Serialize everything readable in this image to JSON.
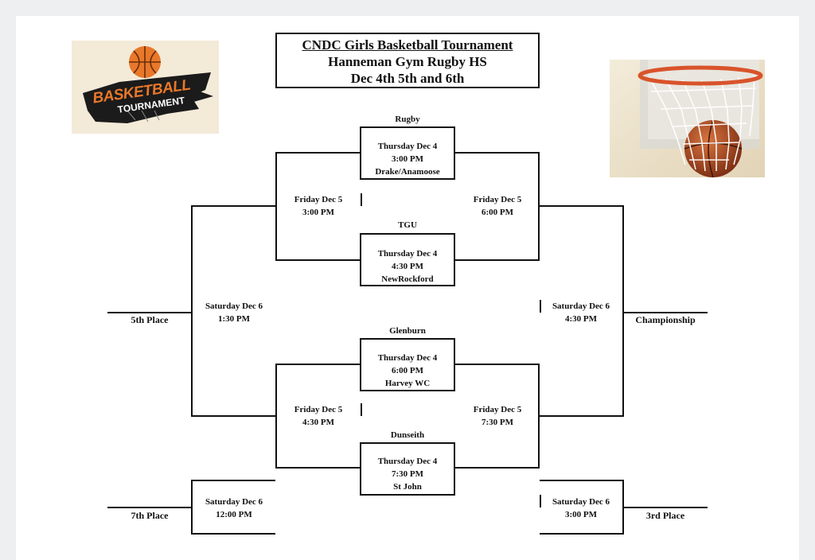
{
  "header": {
    "title": "CNDC Girls Basketball Tournament",
    "venue": "Hanneman Gym Rugby HS",
    "dates": "Dec 4th 5th and 6th"
  },
  "logo": {
    "line1": "BASKETBALL",
    "line2": "TOURNAMENT",
    "ball_color": "#e8782a",
    "brush_color": "#1b1b1b"
  },
  "photo": {
    "rim_color": "#d9532b",
    "backdrop_color": "#efe7d2"
  },
  "bracket": {
    "first_round": [
      {
        "host": "Rugby",
        "day": "Thursday  Dec 4",
        "time": "3:00 PM",
        "opponent": "Drake/Anamoose"
      },
      {
        "host": "TGU",
        "day": "Thursday  Dec 4",
        "time": "4:30 PM",
        "opponent": "NewRockford"
      },
      {
        "host": "Glenburn",
        "day": "Thursday  Dec 4",
        "time": "6:00 PM",
        "opponent": "Harvey WC"
      },
      {
        "host": "Dunseith",
        "day": "Thursday  Dec 4",
        "time": "7:30 PM",
        "opponent": "St John"
      }
    ],
    "friday": {
      "top_left": {
        "day": "Friday  Dec 5",
        "time": "3:00 PM"
      },
      "top_right": {
        "day": "Friday  Dec 5",
        "time": "6:00 PM"
      },
      "bottom_left": {
        "day": "Friday  Dec 5",
        "time": "4:30 PM"
      },
      "bottom_right": {
        "day": "Friday  Dec 5",
        "time": "7:30 PM"
      }
    },
    "saturday": {
      "fifth": {
        "day": "Saturday  Dec 6",
        "time": "1:30 PM"
      },
      "championship": {
        "day": "Saturday  Dec 6",
        "time": "4:30 PM"
      },
      "seventh": {
        "day": "Saturday  Dec 6",
        "time": "12:00 PM"
      },
      "third": {
        "day": "Saturday  Dec 6",
        "time": "3:00 PM"
      }
    },
    "places": {
      "fifth": "5th Place",
      "championship": "Championship",
      "seventh": "7th Place",
      "third": "3rd Place"
    }
  }
}
